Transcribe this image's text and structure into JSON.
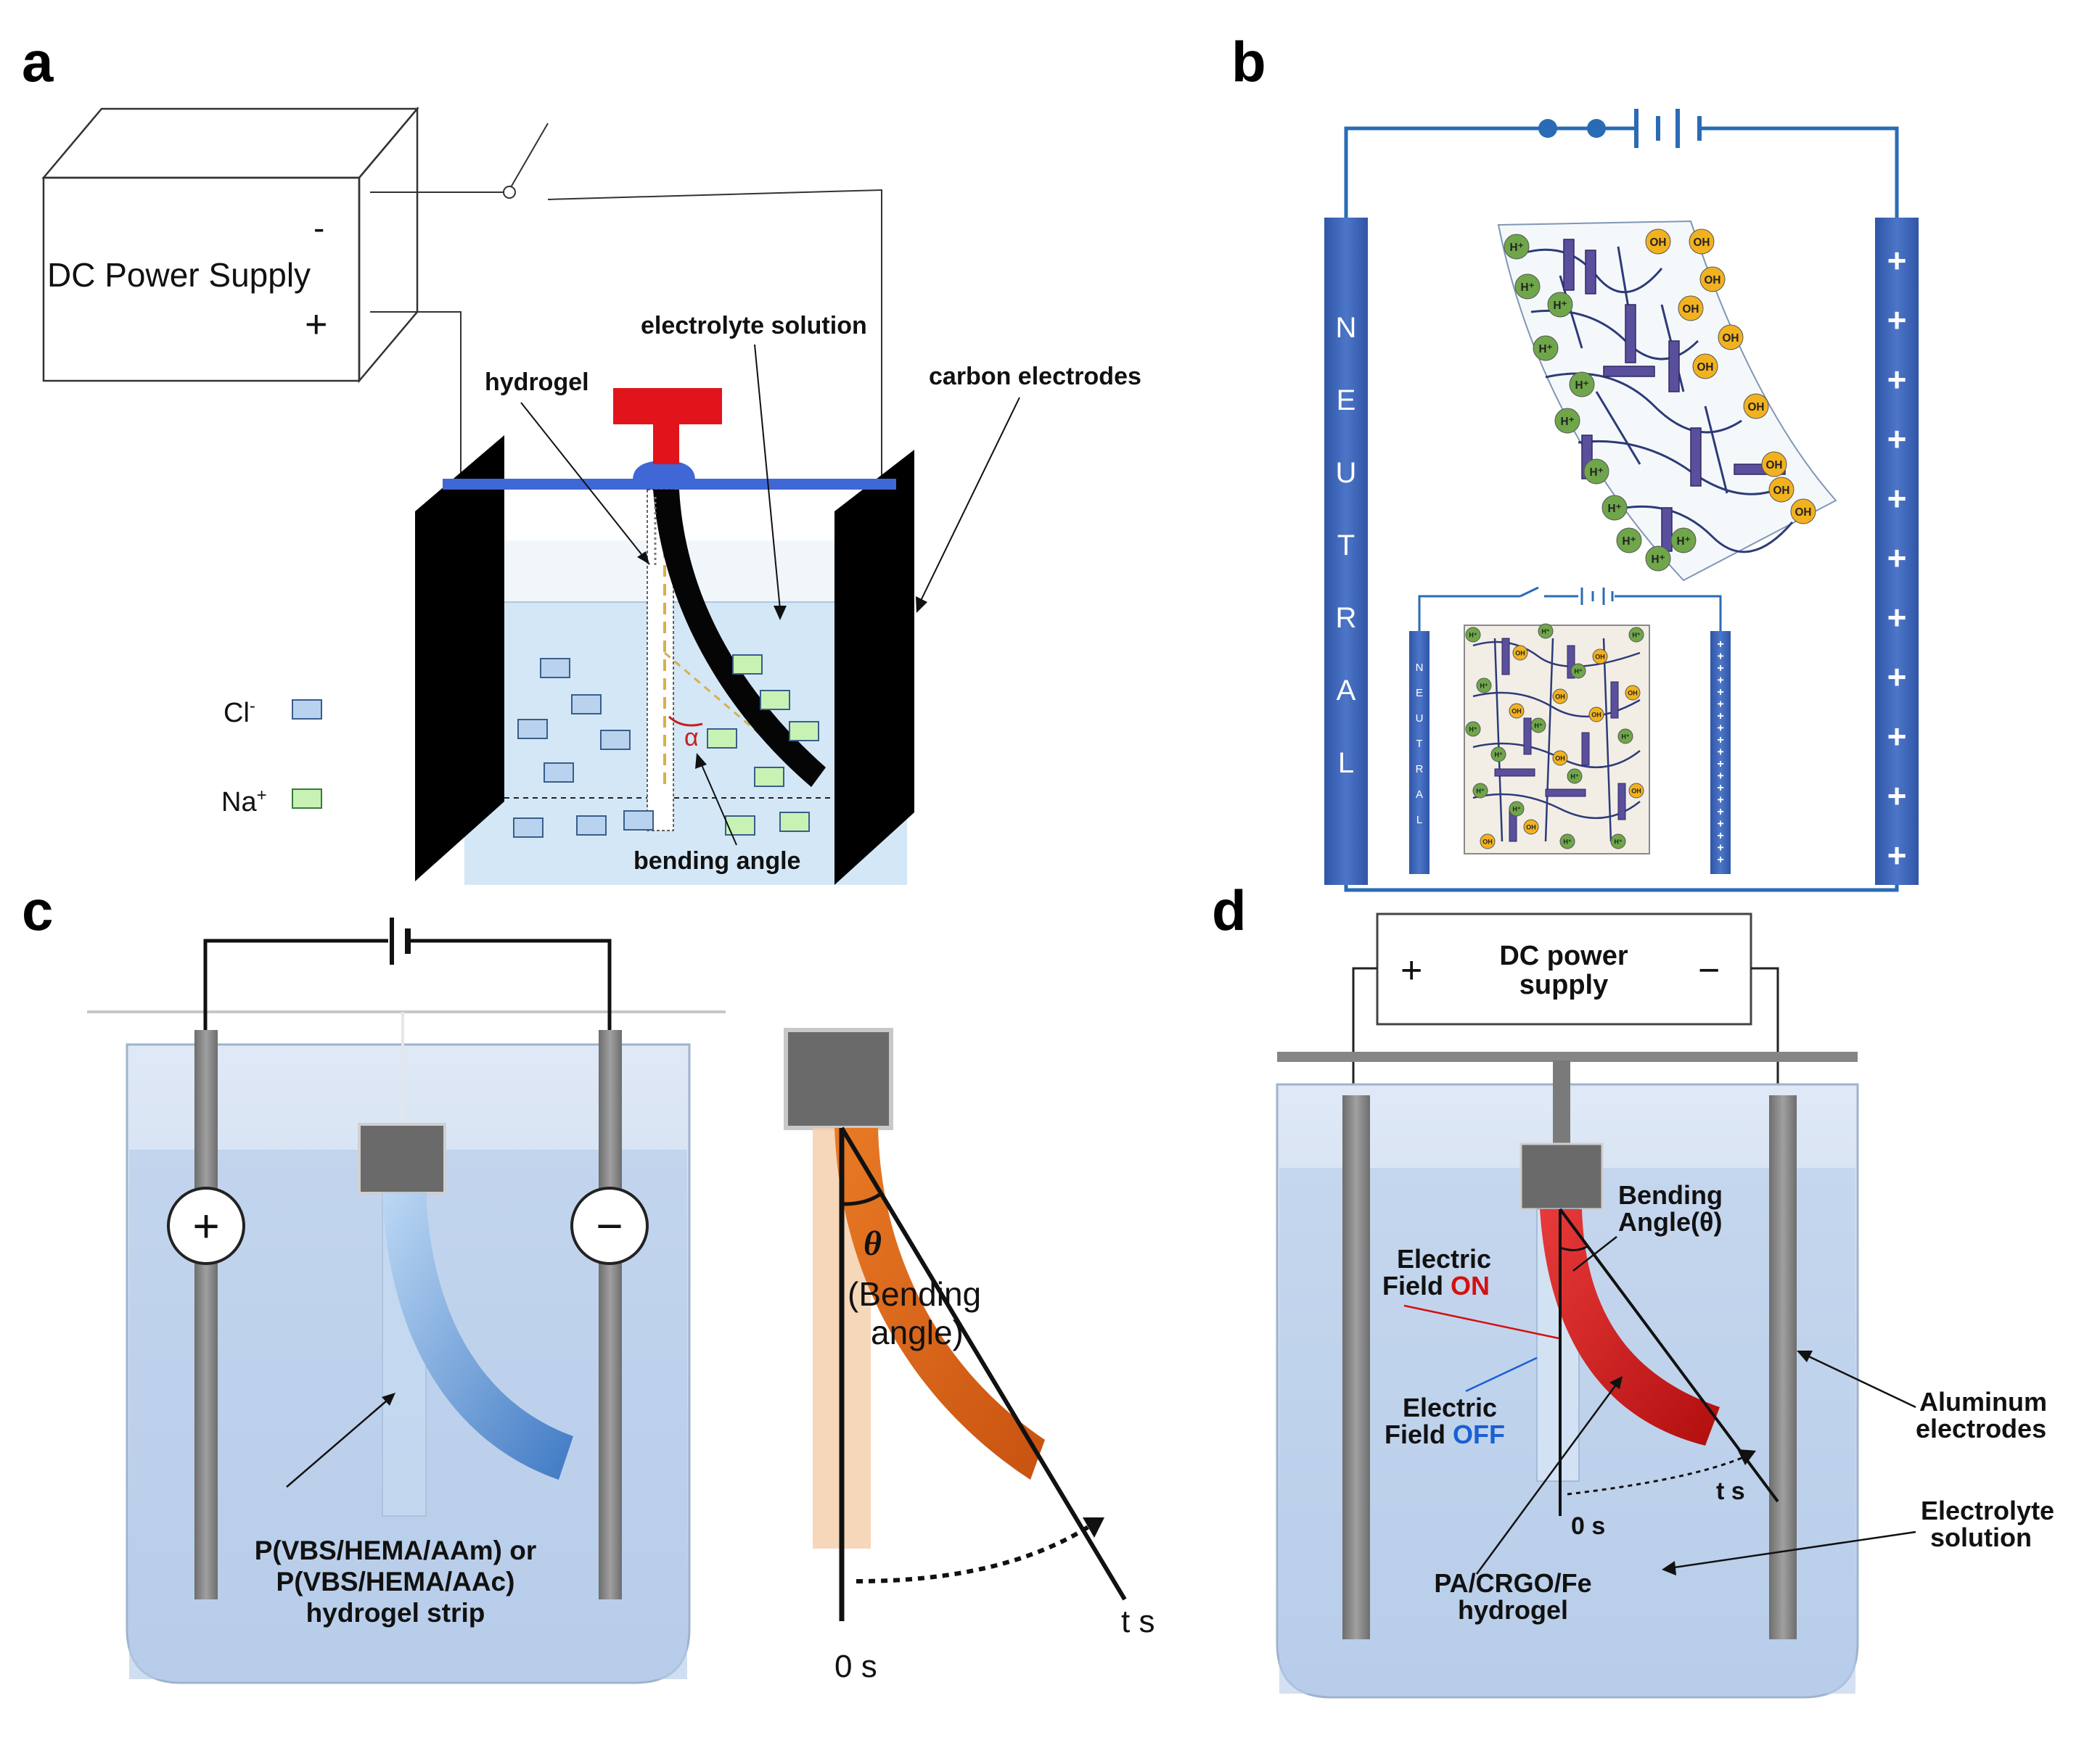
{
  "panels": {
    "a": {
      "letter": "a",
      "power_title": "DC Power Supply",
      "minus": "-",
      "plus": "+",
      "hydrogel": "hydrogel",
      "electrolyte": "electrolyte solution",
      "electrodes": "carbon electrodes",
      "angle_symbol": "α",
      "bending_angle": "bending angle",
      "cl_ion": "Cl",
      "cl_sup": "-",
      "na_ion": "Na",
      "na_sup": "+"
    },
    "b": {
      "letter": "b",
      "neutral": [
        "N",
        "E",
        "U",
        "T",
        "R",
        "A",
        "L"
      ],
      "plus_sign": "+",
      "h_ion": "H⁺",
      "oh_ion": "OH"
    },
    "c": {
      "letter": "c",
      "plus_symbol": "+",
      "minus_symbol": "−",
      "strip_line1": "P(VBS/HEMA/AAm) or",
      "strip_line2": "P(VBS/HEMA/AAc)",
      "strip_line3": "hydrogel strip",
      "theta": "θ",
      "bending_line1": "(Bending",
      "bending_line2": "angle)",
      "time_start": "0 s",
      "time_end": "t s"
    },
    "d": {
      "letter": "d",
      "power_line1": "DC power",
      "power_line2": "supply",
      "plus": "+",
      "minus": "−",
      "bending_line1": "Bending",
      "bending_line2": "Angle(θ)",
      "field_on_1": "Electric",
      "field_on_2": "Field",
      "on": "ON",
      "field_off_1": "Electric",
      "field_off_2": "Field",
      "off": "OFF",
      "aluminum_1": "Aluminum",
      "aluminum_2": "electrodes",
      "electrolyte_1": "Electrolyte",
      "electrolyte_2": "solution",
      "gel_1": "PA/CRGO/Fe",
      "gel_2": "hydrogel",
      "time_start": "0 s",
      "time_end": "t s"
    }
  },
  "colors": {
    "electrode_blue": "#3b62b8",
    "wire_blue": "#2a6bb5",
    "gel_red": "#cc1a1a",
    "gel_orange": "#e06a1a",
    "on_red": "#d41010",
    "off_blue": "#1a5fd4",
    "cl_fill": "#b9d3ee",
    "na_fill": "#c8f2b4"
  }
}
